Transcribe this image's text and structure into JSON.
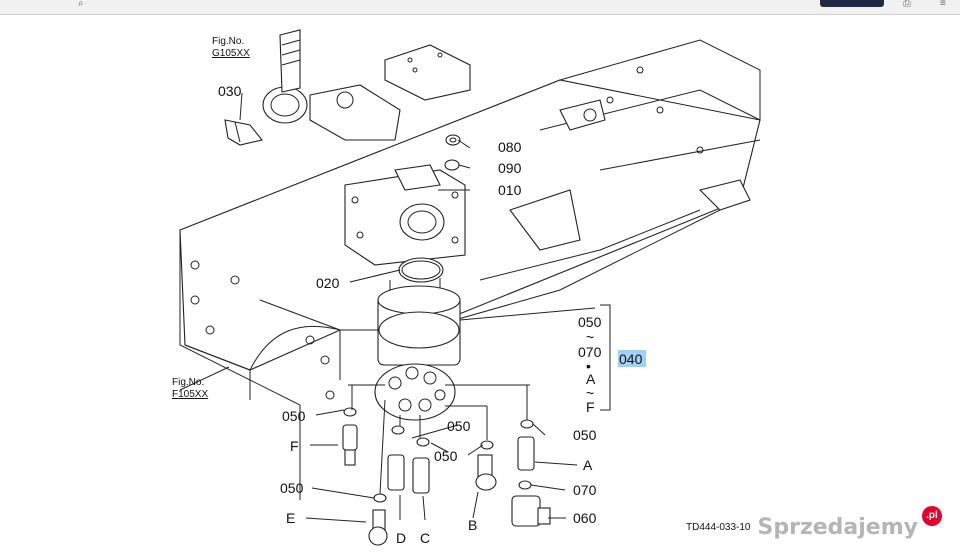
{
  "fig_refs": {
    "top": {
      "title": "Fig.No.",
      "code": "G105XX"
    },
    "left": {
      "title": "Fig.No.",
      "code": "F105XX"
    }
  },
  "parts": {
    "p030": "030",
    "p080": "080",
    "p090": "090",
    "p010": "010",
    "p020": "020",
    "p040": "040",
    "group_top": "050",
    "group_tilde1": "~",
    "group_mid": "070",
    "group_dot": "•",
    "group_a": "A",
    "group_tilde2": "~",
    "group_f": "F",
    "o050_left": "050",
    "o050_mid": "050",
    "o050_mid2": "050",
    "o050_right": "050",
    "o050_bottom": "050",
    "o070": "070",
    "o060": "060"
  },
  "letters": {
    "F": "F",
    "E": "E",
    "D": "D",
    "C": "C",
    "B": "B",
    "A": "A"
  },
  "drawing_code": "TD444-033-10",
  "watermark": "Sprzedajemy",
  "watermark_badge": ".pl",
  "colors": {
    "highlight": "#9fd0f5",
    "ink": "#222222"
  }
}
